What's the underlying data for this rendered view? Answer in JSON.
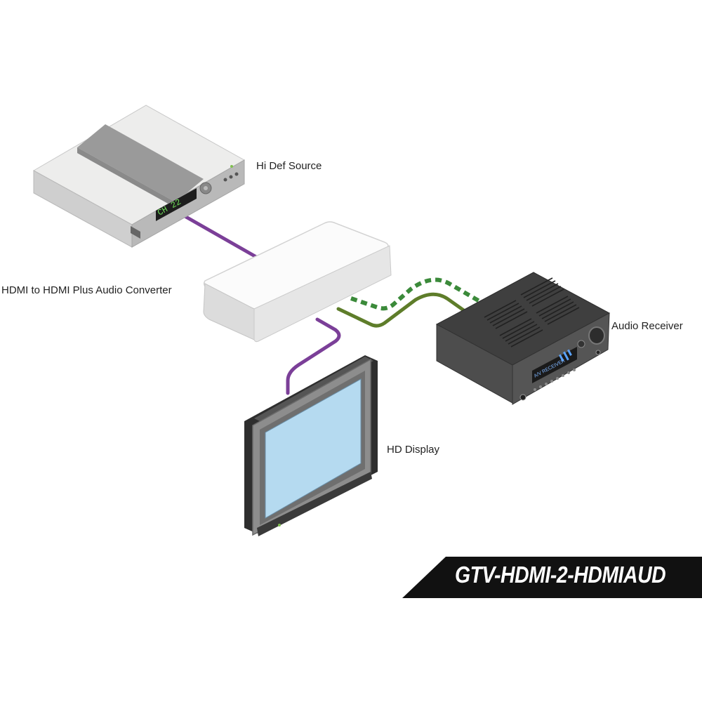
{
  "labels": {
    "source": "Hi Def Source",
    "converter": "HDMI to HDMI Plus Audio Converter",
    "receiver": "Audio Receiver",
    "display": "HD Display"
  },
  "source_display_text": "CH 22",
  "receiver_display_text": "A/V RECEIVER",
  "model": "GTV-HDMI-2-HDMIAUD",
  "colors": {
    "hdmi_cable": "#7b3f98",
    "audio_cable": "#5e7d2a",
    "audio_dashed": "#3b8a3a",
    "banner": "#111111"
  }
}
